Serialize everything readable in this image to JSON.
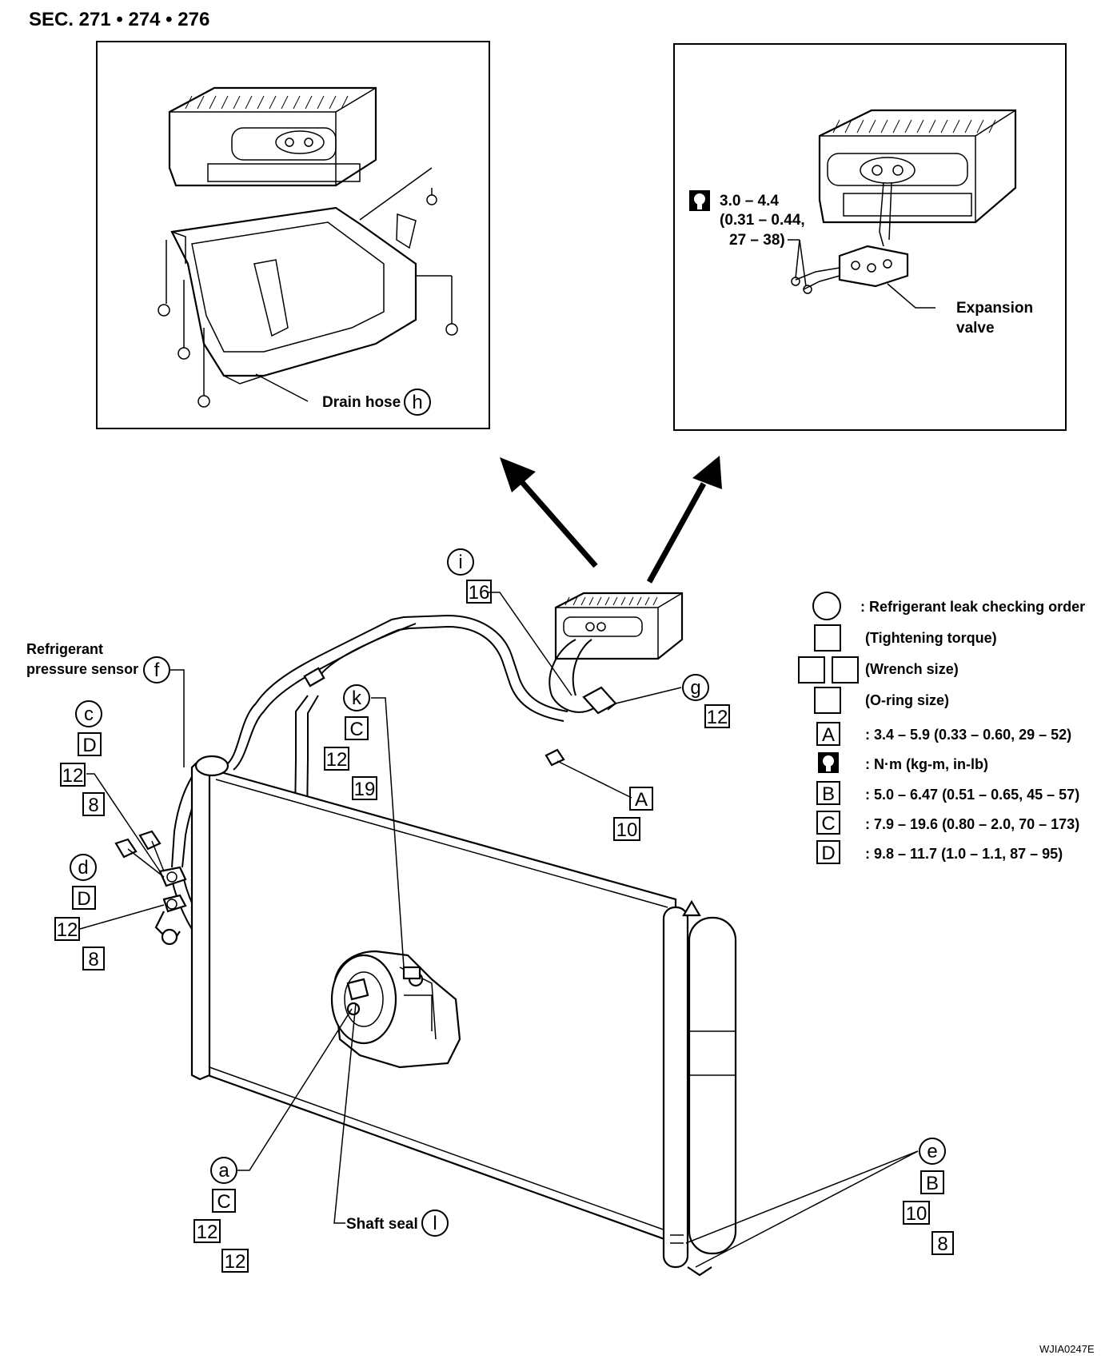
{
  "section_title": "SEC. 271 • 274 • 276",
  "figure_code": "WJIA0247E",
  "inset_left": {
    "callout_label": "Drain hose",
    "callout_marker": "h"
  },
  "inset_right": {
    "torque_line1": "3.0 – 4.4",
    "torque_line2": "(0.31 – 0.44,",
    "torque_line3": "27 – 38)",
    "valve_label_line1": "Expansion",
    "valve_label_line2": "valve"
  },
  "callouts": {
    "sensor_label_line1": "Refrigerant",
    "sensor_label_line2": "pressure sensor",
    "sensor_marker": "f",
    "shaft_seal_label": "Shaft seal",
    "shaft_seal_marker": "l",
    "i_marker": "i",
    "i_box": "16",
    "g_marker": "g",
    "g_box": "12",
    "k_marker": "k",
    "k_box1": "C",
    "k_box2": "12",
    "k_box3": "19",
    "c_marker": "c",
    "c_box1": "D",
    "c_box2": "12",
    "c_box3": "8",
    "d_marker": "d",
    "d_box1": "D",
    "d_box2": "12",
    "d_box3": "8",
    "a_marker": "a",
    "a_box1": "C",
    "a_box2": "12",
    "a_box3": "12",
    "e_marker": "e",
    "e_box1": "B",
    "e_box2": "10",
    "e_box3": "8",
    "bolt_box1": "A",
    "bolt_box2": "10"
  },
  "legend": {
    "circle_text": ": Refrigerant leak checking order",
    "box_text": "(Tightening torque)",
    "double_box_text": "(Wrench size)",
    "oring_text": "(O-ring size)",
    "a_key": "A",
    "a_text": ": 3.4 – 5.9 (0.33 – 0.60, 29 – 52)",
    "nm_text": ": N·m (kg-m, in-lb)",
    "b_key": "B",
    "b_text": ": 5.0 – 6.47 (0.51 – 0.65, 45 – 57)",
    "c_key": "C",
    "c_text": ": 7.9 – 19.6 (0.80 – 2.0, 70 – 173)",
    "d_key": "D",
    "d_text": ": 9.8 – 11.7 (1.0 – 1.1, 87 – 95)",
    "icon_name": "torque-wrench-icon"
  }
}
